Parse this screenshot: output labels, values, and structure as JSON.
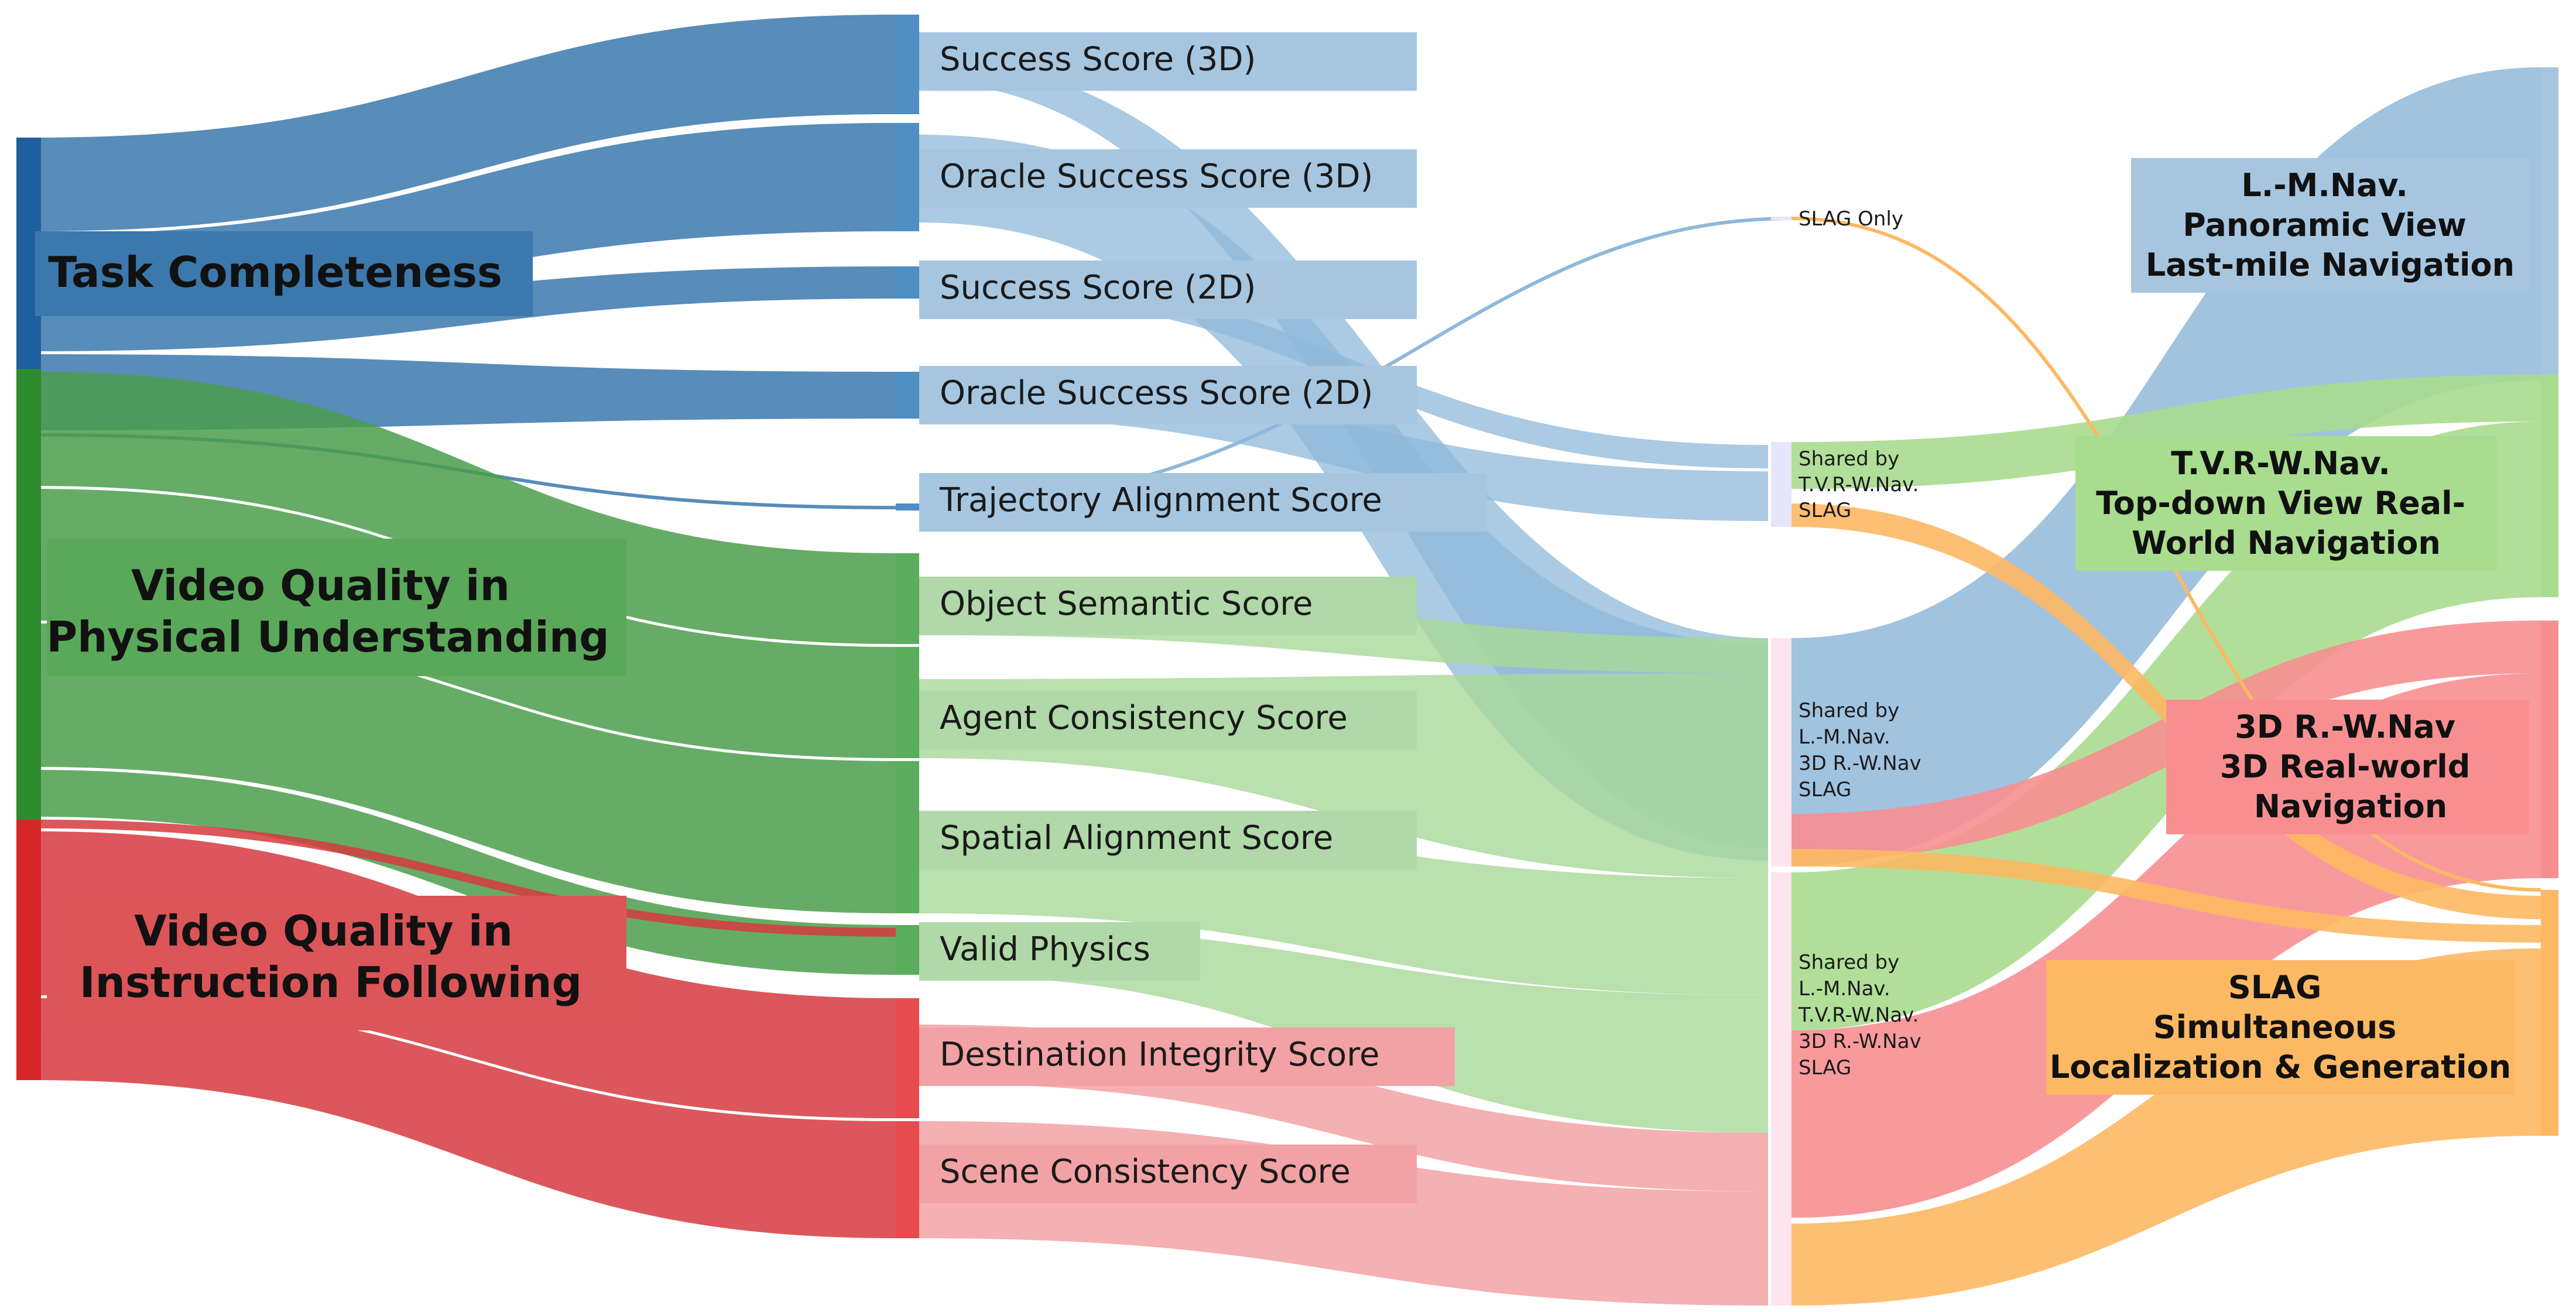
{
  "colors": {
    "task": "#1f5f9e",
    "phys": "#2e8b2e",
    "instr": "#d62728",
    "task_band": "#3b78ad",
    "phys_band": "#4b9e4b",
    "instr_band": "#d63a3e",
    "metric_task": "#a6c6e0",
    "metric_phys": "#b0d8a8",
    "metric_instr": "#f2a2a4",
    "flow_blue": "#8fb8da",
    "flow_green": "#a8dc8e",
    "flow_red": "#f78f91",
    "flow_orange": "#fdb863",
    "shared_node": "#e6e6fa",
    "shared_node2": "#fde4ee"
  },
  "categories": [
    {
      "id": "task",
      "lines": [
        "Task Completeness"
      ]
    },
    {
      "id": "phys",
      "lines": [
        "Video Quality in",
        "Physical Understanding"
      ]
    },
    {
      "id": "instr",
      "lines": [
        "Video Quality in",
        "Instruction Following"
      ]
    }
  ],
  "metrics": [
    {
      "id": "ss3d",
      "label": "Success Score (3D)",
      "group": "task"
    },
    {
      "id": "oss3d",
      "label": "Oracle Success Score (3D)",
      "group": "task"
    },
    {
      "id": "ss2d",
      "label": "Success Score (2D)",
      "group": "task"
    },
    {
      "id": "oss2d",
      "label": "Oracle Success Score (2D)",
      "group": "task"
    },
    {
      "id": "tas",
      "label": "Trajectory Alignment Score",
      "group": "task"
    },
    {
      "id": "oss",
      "label": "Object Semantic Score",
      "group": "phys"
    },
    {
      "id": "acs",
      "label": "Agent Consistency Score",
      "group": "phys"
    },
    {
      "id": "sas",
      "label": "Spatial Alignment Score",
      "group": "phys"
    },
    {
      "id": "vp",
      "label": "Valid Physics",
      "group": "phys"
    },
    {
      "id": "dis",
      "label": "Destination Integrity Score",
      "group": "instr"
    },
    {
      "id": "scs",
      "label": "Scene Consistency Score",
      "group": "instr"
    }
  ],
  "shared": [
    {
      "id": "slag_only",
      "lines": [
        "SLAG Only"
      ]
    },
    {
      "id": "tvr_slag",
      "lines": [
        "Shared by",
        "T.V.R-W.Nav.",
        "SLAG"
      ]
    },
    {
      "id": "lm_3d_slag",
      "lines": [
        "Shared by",
        "L.-M.Nav.",
        "3D R.-W.Nav",
        "SLAG"
      ]
    },
    {
      "id": "all",
      "lines": [
        "Shared by",
        "L.-M.Nav.",
        "T.V.R-W.Nav.",
        "3D R.-W.Nav",
        "SLAG"
      ]
    }
  ],
  "tasks": [
    {
      "id": "lmnav",
      "lines": [
        "L.-M.Nav.",
        "Panoramic View",
        "Last-mile Navigation"
      ]
    },
    {
      "id": "tvr",
      "lines": [
        "T.V.R-W.Nav.",
        "Top-down View Real-",
        "World Navigation"
      ]
    },
    {
      "id": "r3d",
      "lines": [
        "3D R.-W.Nav",
        "3D Real-world",
        "Navigation"
      ]
    },
    {
      "id": "slag",
      "lines": [
        "SLAG",
        "Simultaneous",
        "Localization & Generation"
      ]
    }
  ]
}
